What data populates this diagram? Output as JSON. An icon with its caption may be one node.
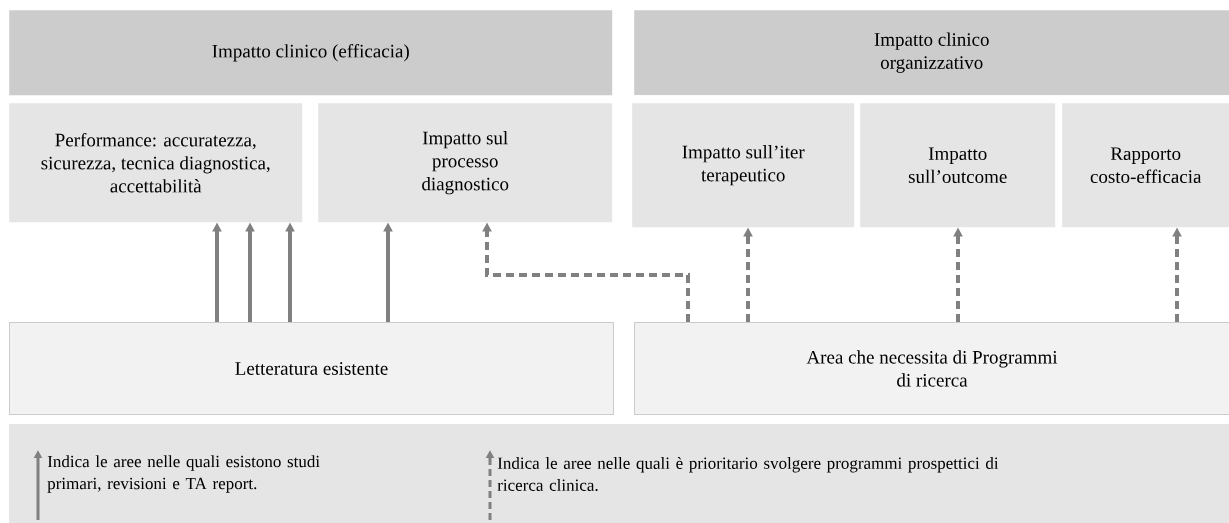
{
  "diagram": {
    "nodes": [
      {
        "text": [
          "Impatto clinico (efficacia)"
        ]
      },
      {
        "text": [
          "Impatto clinico organizzativo"
        ]
      },
      {
        "text": [
          "Performance: accuratezza, sicurezza, tecnica diagnostica, accettabilità"
        ]
      },
      {
        "text": [
          "Impatto sul processo diagnostico"
        ]
      },
      {
        "text": [
          "Impatto sull’iter terapeutico"
        ]
      },
      {
        "text": [
          "Impatto sull’outcome"
        ]
      },
      {
        "text": [
          "Rapporto costo-efficacia"
        ]
      },
      {
        "text": [
          "Letteratura esistente"
        ]
      },
      {
        "text": [
          "Area che necessita di Programmi di ricerca"
        ]
      }
    ],
    "edges": [
      {
        "from": 7,
        "to": 2,
        "arrow": "to"
      },
      {
        "from": 7,
        "to": 2,
        "arrow": "to"
      },
      {
        "from": 7,
        "to": 2,
        "arrow": "to"
      },
      {
        "from": 7,
        "to": 3,
        "arrow": "to"
      },
      {
        "from": 8,
        "to": 3,
        "arrow": "to",
        "style": "dashed"
      },
      {
        "from": 8,
        "to": 4,
        "arrow": "to",
        "style": "dashed"
      },
      {
        "from": 8,
        "to": 5,
        "arrow": "to",
        "style": "dashed"
      },
      {
        "from": 8,
        "to": 6,
        "arrow": "to",
        "style": "dashed"
      }
    ],
    "legend": [
      {
        "text": "Indica le aree nelle quali esistono studi primari, revisioni e TA report."
      },
      {
        "text": "Indica le aree nelle quali è prioritario svolgere programmi prospettici di ricerca clinica."
      }
    ]
  }
}
